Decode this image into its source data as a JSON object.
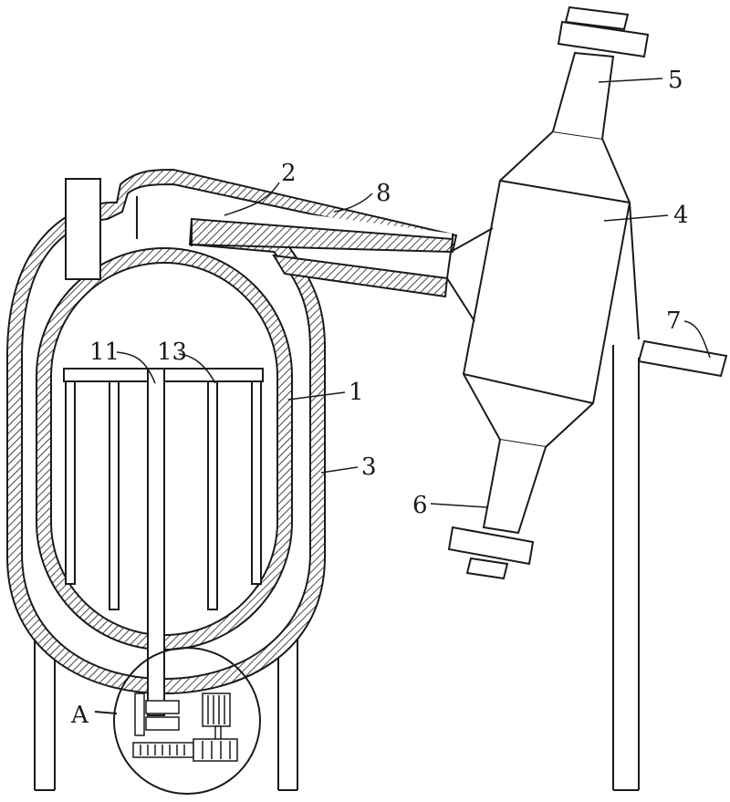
{
  "diagram": {
    "labels": {
      "l1": "1",
      "l2": "2",
      "l3": "3",
      "l4": "4",
      "l5": "5",
      "l6": "6",
      "l7": "7",
      "l8": "8",
      "l11": "11",
      "l13": "13",
      "lA": "A"
    },
    "colors": {
      "line": "#1a1a1a",
      "background": "#ffffff"
    }
  }
}
